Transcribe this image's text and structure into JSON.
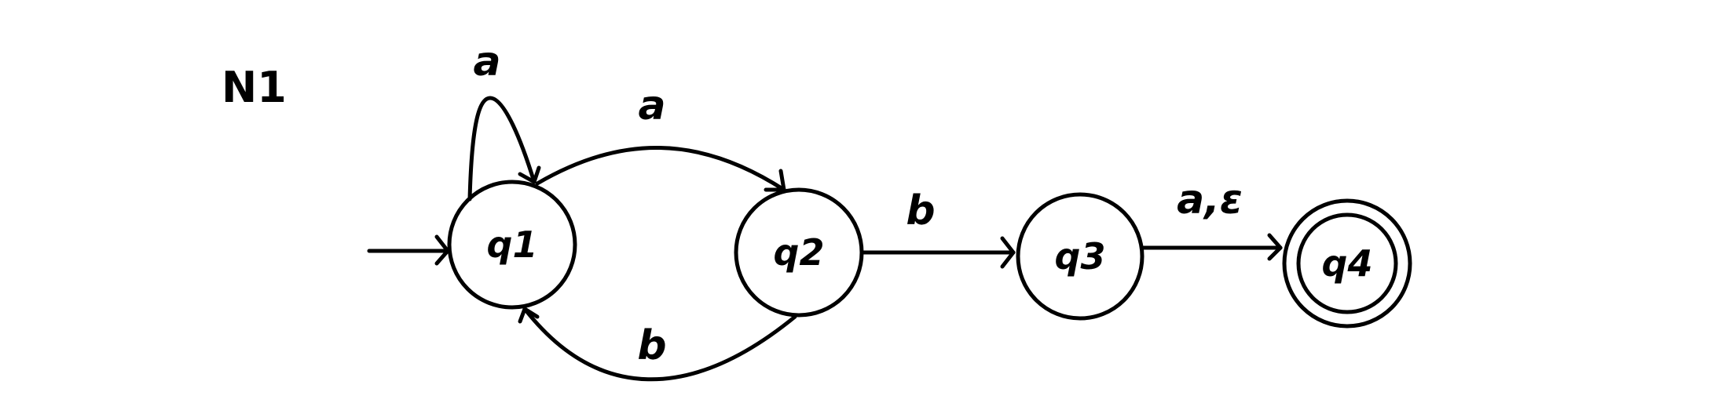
{
  "automaton_name": "N1",
  "states": [
    {
      "label": "q1",
      "start": true,
      "accepting": false
    },
    {
      "label": "q2",
      "start": false,
      "accepting": false
    },
    {
      "label": "q3",
      "start": false,
      "accepting": false
    },
    {
      "label": "q4",
      "start": false,
      "accepting": true
    }
  ],
  "transitions": [
    {
      "from": "q1",
      "to": "q1",
      "label": "a"
    },
    {
      "from": "q1",
      "to": "q2",
      "label": "a"
    },
    {
      "from": "q2",
      "to": "q1",
      "label": "b"
    },
    {
      "from": "q2",
      "to": "q3",
      "label": "b"
    },
    {
      "from": "q3",
      "to": "q4",
      "label": "a,ε"
    }
  ],
  "colors": {
    "ink": "#000000",
    "background": "#ffffff"
  }
}
